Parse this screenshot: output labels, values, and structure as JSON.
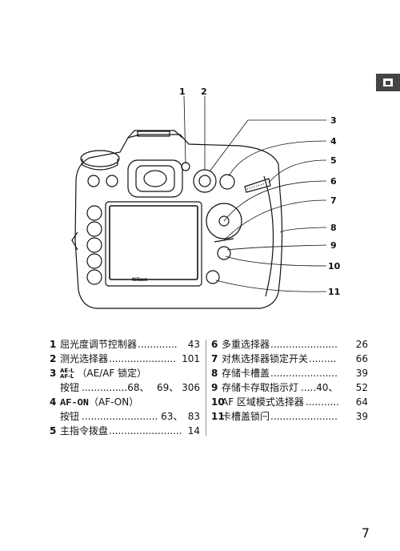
{
  "page_number": "7",
  "callouts": [
    "1",
    "2",
    "3",
    "4",
    "5",
    "6",
    "7",
    "8",
    "9",
    "10",
    "11"
  ],
  "legend_left": [
    {
      "num": "1",
      "text": "屈光度调节控制器",
      "dots": ".............",
      "page": "43"
    },
    {
      "num": "2",
      "text": "测光选择器",
      "dots": "......................",
      "page": "101"
    },
    {
      "num": "3",
      "text": "AE-L AF-L（AE/AF 锁定）",
      "dots": "",
      "page": ""
    },
    {
      "num": "",
      "text": "按钮",
      "dots": "...............68、",
      "page": "69、 306"
    },
    {
      "num": "4",
      "text": "AF-ON（AF-ON）",
      "dots": "",
      "page": ""
    },
    {
      "num": "",
      "text": "按钮",
      "dots": "......................... 63、",
      "page": "83"
    },
    {
      "num": "5",
      "text": "主指令拨盘",
      "dots": "........................",
      "page": "14"
    }
  ],
  "legend_right": [
    {
      "num": "6",
      "text": "多重选择器",
      "dots": "......................",
      "page": "26"
    },
    {
      "num": "7",
      "text": "对焦选择器锁定开关",
      "dots": ".........",
      "page": "66"
    },
    {
      "num": "8",
      "text": "存储卡槽盖",
      "dots": "......................",
      "page": "39"
    },
    {
      "num": "9",
      "text": "存储卡存取指示灯",
      "dots": ".....40、",
      "page": "52"
    },
    {
      "num": "10",
      "text": "AF 区域模式选择器",
      "dots": "...........",
      "page": "64"
    },
    {
      "num": "11",
      "text": "卡槽盖锁闩",
      "dots": "......................",
      "page": "39"
    }
  ],
  "ael_label": {
    "top": "AE-L",
    "bottom": "AF-L"
  },
  "afon_label": "AF-ON",
  "brand_text": "Nikon"
}
